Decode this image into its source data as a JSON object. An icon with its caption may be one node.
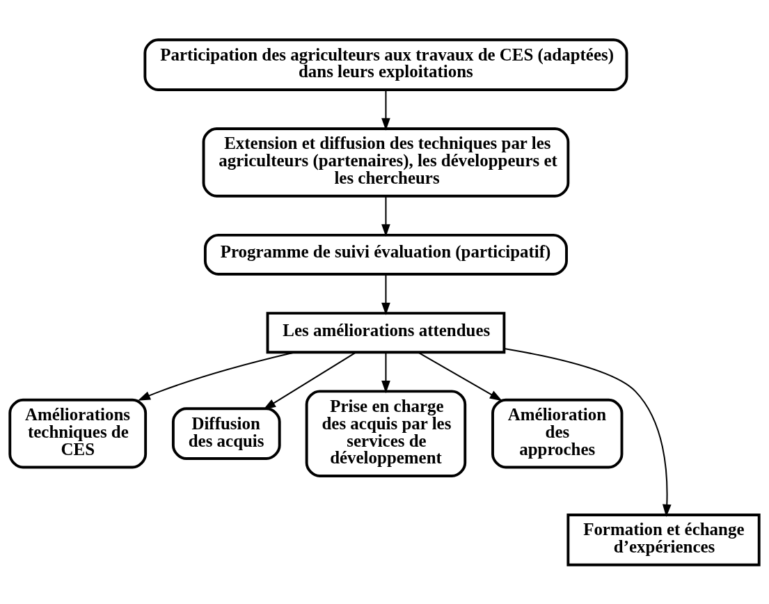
{
  "diagram": {
    "nodes": [
      {
        "text": [
          "Participation des agriculteurs aux travaux de CES (adaptées) dans leurs exploitations"
        ]
      },
      {
        "text": [
          "Extension et diffusion des techniques par les agriculteurs (partenaires), les développeurs et les chercheurs"
        ]
      },
      {
        "text": [
          "Programme de suivi évaluation (participatif)"
        ]
      },
      {
        "text": [
          "Les améliorations attendues"
        ]
      },
      {
        "text": [
          "Améliorations techniques de CES"
        ]
      },
      {
        "text": [
          "Diffusion des acquis"
        ]
      },
      {
        "text": [
          "Prise en charge des acquis par les services de développement"
        ]
      },
      {
        "text": [
          "Amélioration des approches"
        ]
      },
      {
        "text": [
          "Formation et échange d’expériences"
        ]
      }
    ],
    "edges": [
      {
        "from": 0,
        "to": 1,
        "arrow": "to"
      },
      {
        "from": 1,
        "to": 2,
        "arrow": "to"
      },
      {
        "from": 2,
        "to": 3,
        "arrow": "to"
      },
      {
        "from": 3,
        "to": 4,
        "arrow": "to"
      },
      {
        "from": 3,
        "to": 5,
        "arrow": "to"
      },
      {
        "from": 3,
        "to": 8,
        "arrow": "to"
      },
      {
        "from": 3,
        "to": 6,
        "arrow": "to"
      },
      {
        "from": 3,
        "to": 7,
        "arrow": "to"
      }
    ]
  }
}
